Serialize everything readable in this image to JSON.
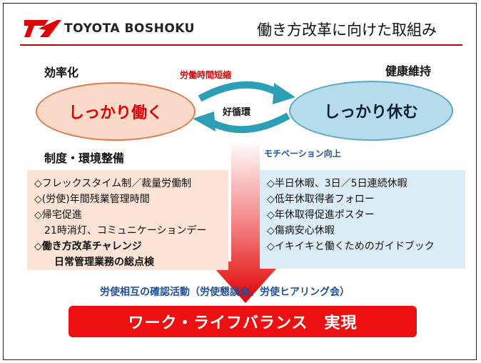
{
  "header": {
    "company": "TOYOTA BOSHOKU",
    "title": "働き方改革に向けた取組み"
  },
  "diagram": {
    "efficiency_label": "効率化",
    "health_label": "健康維持",
    "system_label": "制度・環境整備",
    "work_label": "しっかり働く",
    "rest_label": "しっかり休む",
    "cycle_label": "好循環",
    "hours_label": "労働時間短縮",
    "motivation_label": "モチベーション向上"
  },
  "left_box": {
    "items": [
      "◇フレックスタイム制／裁量労働制",
      "◇(労使)年間残業管理時間",
      "◇帰宅促進",
      "　21時消灯、コミュニケーションデー",
      "◇働き方改革チャレンジ",
      "　　日常管理業務の総点検"
    ]
  },
  "right_box": {
    "items": [
      "◇半日休暇、3日／5日連続休暇",
      "◇低年休取得者フォロー",
      "◇年休取得促進ポスター",
      "◇傷病安心休暇",
      "◇イキイキと働くためのガイドブック"
    ]
  },
  "bottom": {
    "confirm_label": "労使相互の確認活動（労使懇談会、労使ヒアリング会）",
    "result_label": "ワーク・ライフバランス　実現"
  },
  "colors": {
    "brand_red": "#e00000",
    "accent_blue": "#1f4e9a",
    "teal_arrow": "#2d9fb5"
  }
}
